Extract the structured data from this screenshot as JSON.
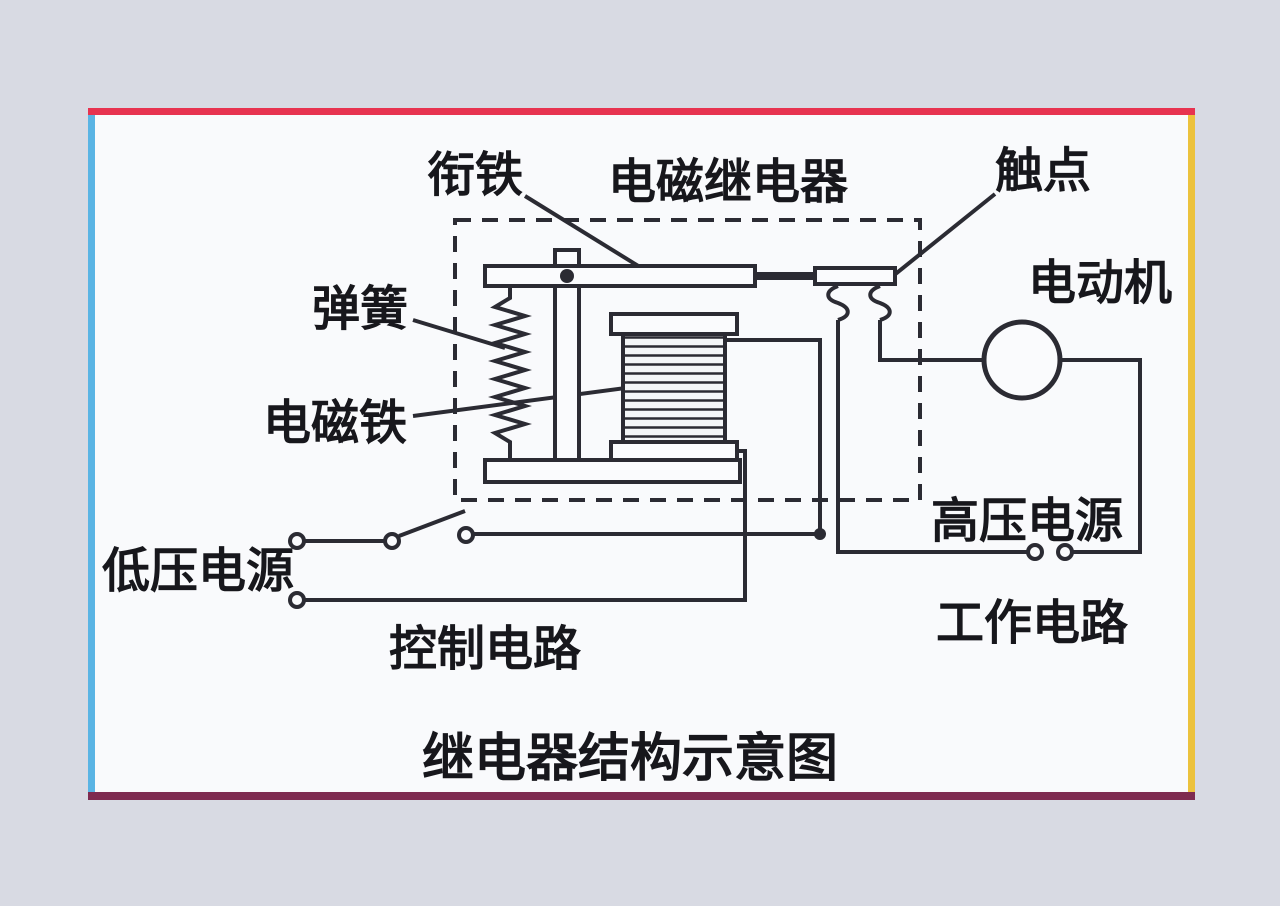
{
  "page": {
    "background_color": "#d8dae3"
  },
  "panel": {
    "background_color": "#f9fafc",
    "border_colors": {
      "top": "#e73350",
      "left": "#5ab4e4",
      "right": "#ecc23d",
      "bottom": "#7e2b50"
    }
  },
  "diagram": {
    "line_color": "#2b2b33",
    "title": "继电器结构示意图",
    "labels": {
      "armature": "衔铁",
      "relay": "电磁继电器",
      "contact": "触点",
      "motor": "电动机",
      "spring": "弹簧",
      "electromagnet": "电磁铁",
      "low_voltage_supply": "低压电源",
      "control_circuit": "控制电路",
      "high_voltage_supply": "高压电源",
      "working_circuit": "工作电路"
    }
  }
}
